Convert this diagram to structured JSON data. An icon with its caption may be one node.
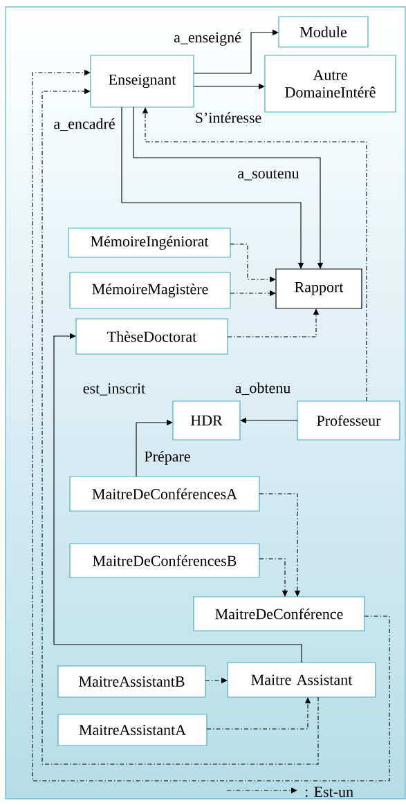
{
  "diagram": {
    "nodes": [
      {
        "text": [
          "Enseignant"
        ]
      },
      {
        "text": [
          "Module"
        ]
      },
      {
        "text": [
          "Autre DomaineIntérê"
        ]
      },
      {
        "text": [
          "MémoireIngéniorat"
        ]
      },
      {
        "text": [
          "MémoireMagistère"
        ]
      },
      {
        "text": [
          "Rapport"
        ]
      },
      {
        "text": [
          "ThèseDoctorat"
        ]
      },
      {
        "text": [
          "HDR"
        ]
      },
      {
        "text": [
          "Professeur"
        ]
      },
      {
        "text": [
          "MaitreDeConférencesA"
        ]
      },
      {
        "text": [
          "MaitreDeConférencesB"
        ]
      },
      {
        "text": [
          "MaitreDeConférence"
        ]
      },
      {
        "text": [
          "MaitreAssistantB"
        ]
      },
      {
        "text": [
          "Maitre Assistant"
        ]
      },
      {
        "text": [
          "MaitreAssistantA"
        ]
      }
    ],
    "edges": [
      {
        "from": 0,
        "to": 1,
        "arrow": "to",
        "label": "a_enseigné"
      },
      {
        "from": 0,
        "to": 2,
        "arrow": "to",
        "label": "S’intéresse"
      },
      {
        "from": 0,
        "to": 5,
        "arrow": "to",
        "label": "a_encadré"
      },
      {
        "from": 0,
        "to": 5,
        "arrow": "to",
        "label": "a_soutenu"
      },
      {
        "from": 3,
        "to": 5,
        "arrow": "to",
        "style": "dashed"
      },
      {
        "from": 4,
        "to": 5,
        "arrow": "to",
        "style": "dashed"
      },
      {
        "from": 6,
        "to": 5,
        "arrow": "to",
        "style": "dashed"
      },
      {
        "from": 8,
        "to": 0,
        "arrow": "to",
        "style": "dashed"
      },
      {
        "from": 8,
        "to": 7,
        "arrow": "to",
        "label": "a_obtenu"
      },
      {
        "from": 9,
        "to": 7,
        "arrow": "to",
        "label": "Prépare"
      },
      {
        "from": 9,
        "to": 11,
        "arrow": "to",
        "style": "dashed"
      },
      {
        "from": 10,
        "to": 11,
        "arrow": "to",
        "style": "dashed"
      },
      {
        "from": 11,
        "to": 0,
        "arrow": "to",
        "style": "dashed"
      },
      {
        "from": 12,
        "to": 13,
        "arrow": "to",
        "style": "dashed"
      },
      {
        "from": 14,
        "to": 13,
        "arrow": "to",
        "style": "dashed"
      },
      {
        "from": 13,
        "to": 0,
        "arrow": "to",
        "style": "dashed"
      },
      {
        "from": 13,
        "to": 6,
        "arrow": "to",
        "label": "est_inscrit"
      }
    ],
    "legend": [
      {
        "text": ": Est-un"
      }
    ]
  }
}
